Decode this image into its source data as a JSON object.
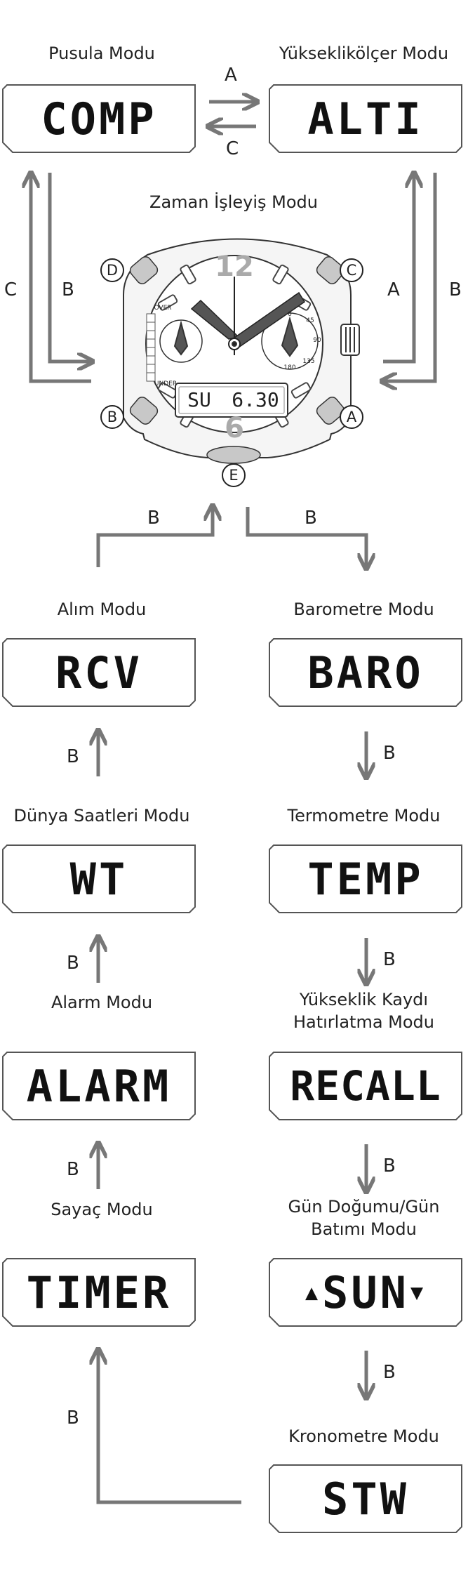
{
  "compass": {
    "label": "Pusula Modu",
    "display": "COMP"
  },
  "altimeter": {
    "label": "Yükseklikölçer Modu",
    "display": "ALTI"
  },
  "timekeeping": {
    "label": "Zaman İşleyiş Modu",
    "digital_day": "SU",
    "digital_time": "6.30",
    "dial_12": "12",
    "dial_6": "6",
    "scale_over": "OVER",
    "scale_under": "UNDER",
    "subdial_marks": [
      "0",
      "45",
      "90",
      "135",
      "180"
    ]
  },
  "buttons": {
    "A": "A",
    "B": "B",
    "C": "C",
    "D": "D",
    "E": "E"
  },
  "receive": {
    "label": "Alım Modu",
    "display": "RCV"
  },
  "barometer": {
    "label": "Barometre Modu",
    "display": "BARO"
  },
  "world_time": {
    "label": "Dünya Saatleri Modu",
    "display": "WT"
  },
  "thermometer": {
    "label": "Termometre Modu",
    "display": "TEMP"
  },
  "alarm": {
    "label": "Alarm Modu",
    "display": "ALARM"
  },
  "recall": {
    "label_line1": "Yükseklik Kaydı",
    "label_line2": "Hatırlatma Modu",
    "display": "RECALL"
  },
  "timer": {
    "label": "Sayaç Modu",
    "display": "TIMER"
  },
  "sunrise": {
    "label_line1": "Gün Doğumu/Gün",
    "label_line2": "Batımı Modu",
    "display": "SUN"
  },
  "stopwatch": {
    "label": "Kronometre Modu",
    "display": "STW"
  }
}
